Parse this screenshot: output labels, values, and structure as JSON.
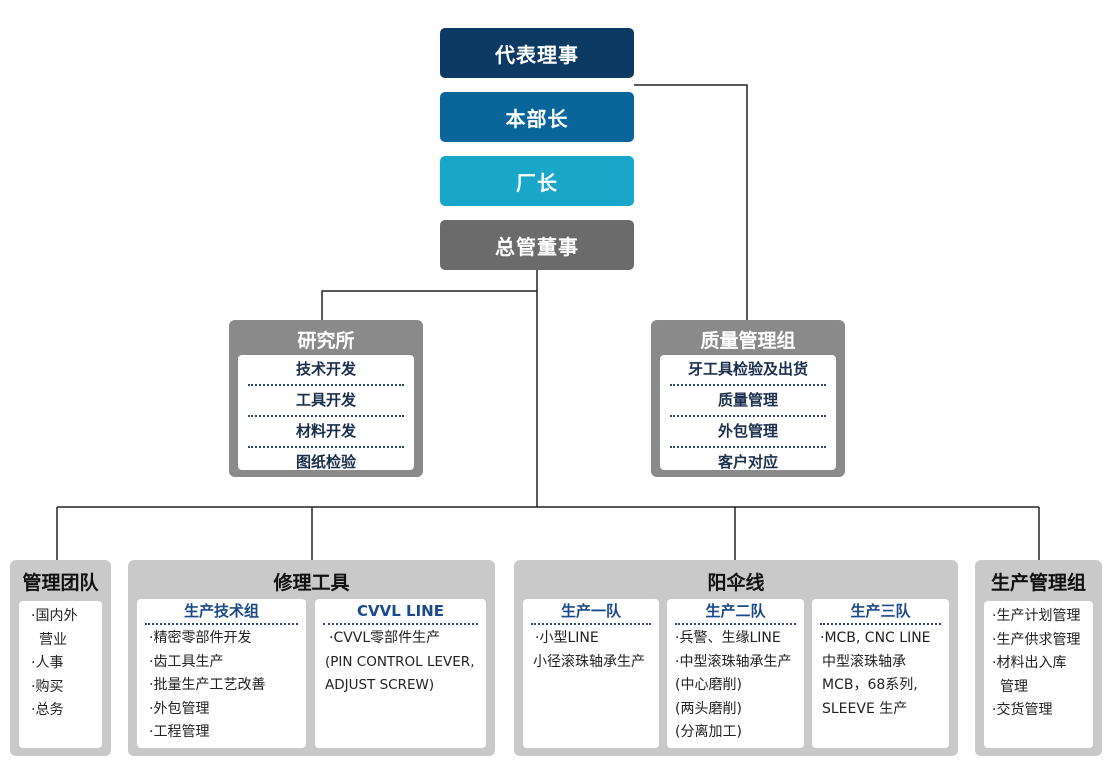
{
  "colors": {
    "navy": "#0d3a63",
    "blue": "#0a659b",
    "cyan": "#18a6c9",
    "gray": "#6b6b6b",
    "line": "#222222"
  },
  "executives": [
    "代表理事",
    "本部长",
    "厂长",
    "总管董事"
  ],
  "research": {
    "title": "研究所",
    "items": [
      "技术开发",
      "工具开发",
      "材料开发",
      "图纸检验"
    ]
  },
  "quality": {
    "title": "质量管理组",
    "items": [
      "牙工具检验及出货",
      "质量管理",
      "外包管理",
      "客户对应"
    ]
  },
  "mgmt": {
    "title": "管理团队",
    "lines": [
      "·国内外",
      "营业",
      "·人事",
      "·购买",
      "·总务"
    ]
  },
  "repair": {
    "title": "修理工具",
    "tech": {
      "title": "生产技术组",
      "lines": [
        "·精密零部件开发",
        "·齿工具生产",
        "·批量生产工艺改善",
        "·外包管理",
        "·工程管理"
      ]
    },
    "cvvl": {
      "title": "CVVL LINE",
      "lines": [
        "·CVVL零部件生产",
        "(PIN CONTROL LEVER,",
        "ADJUST SCREW)"
      ]
    }
  },
  "yang": {
    "title": "阳伞线",
    "team1": {
      "title": "生产一队",
      "lines": [
        "·小型LINE",
        "小径滚珠轴承生产"
      ]
    },
    "team2": {
      "title": "生产二队",
      "lines": [
        "·兵警、生缘LINE",
        "·中型滚珠轴承生产",
        "(中心磨削)",
        "(两头磨削)",
        "(分离加工)"
      ]
    },
    "team3": {
      "title": "生产三队",
      "lines": [
        "·MCB, CNC LINE",
        "中型滚珠轴承",
        "MCB，68系列,",
        "SLEEVE 生产"
      ]
    }
  },
  "prodmgmt": {
    "title": "生产管理组",
    "lines": [
      "·生产计划管理",
      "·生产供求管理",
      "·材料出入库",
      "管理",
      "·交货管理"
    ]
  }
}
